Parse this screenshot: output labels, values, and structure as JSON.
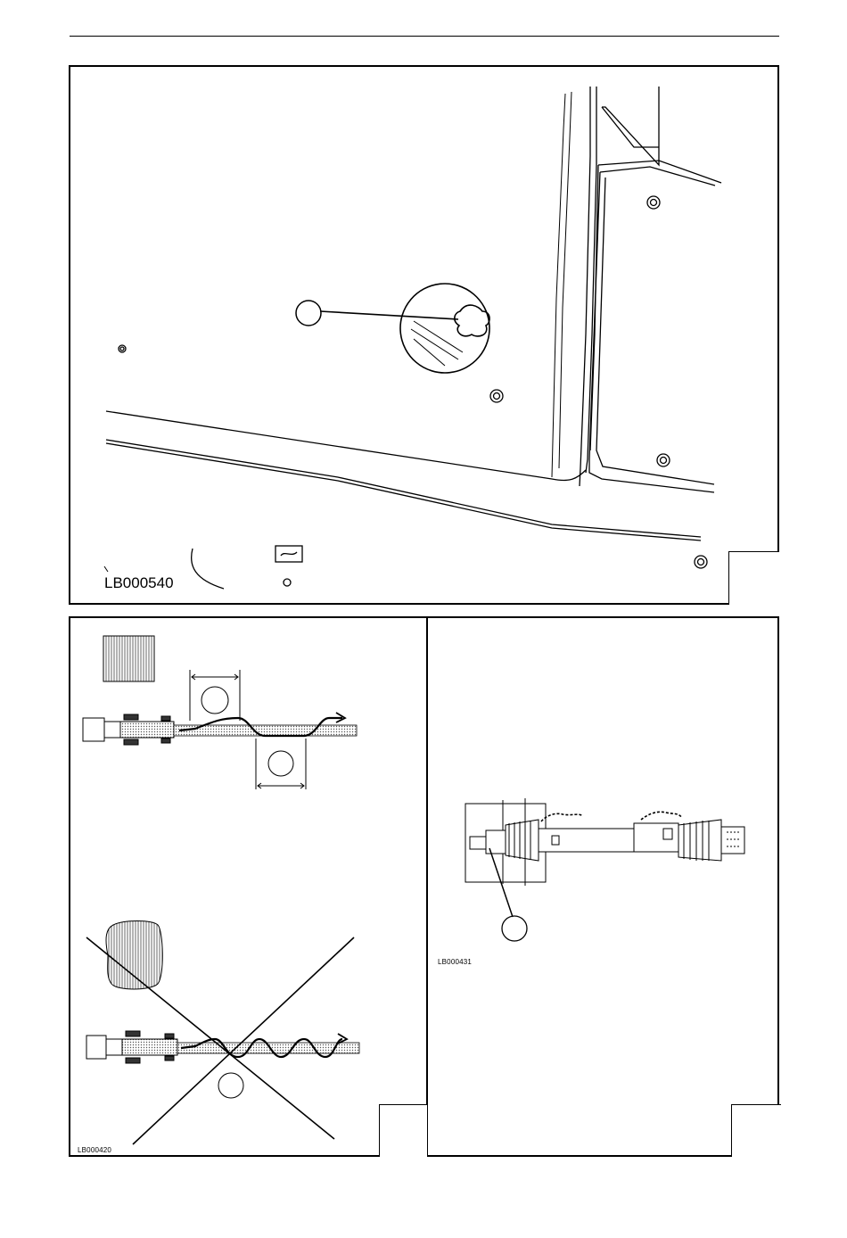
{
  "figures": {
    "top": {
      "code": "LB000540"
    },
    "bottom_left": {
      "code": "LB000420"
    },
    "bottom_right": {
      "code": "LB000431"
    }
  },
  "icons": [
    "fuel-cap-icon",
    "tractor-top-view-icon",
    "field-crop-icon",
    "drive-shaft-icon",
    "cross-out-icon"
  ]
}
